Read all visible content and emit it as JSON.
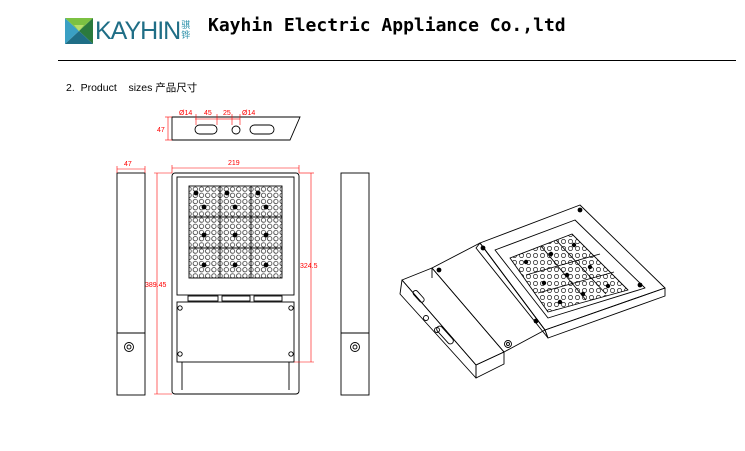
{
  "header": {
    "logo_text": "KAYHIN",
    "logo_cn": "骐铧",
    "company": "Kayhin Electric Appliance Co.,ltd"
  },
  "section": {
    "title": "2.  Product    sizes 产品尺寸"
  },
  "dimensions": {
    "top_d1": "Ø14",
    "top_w45": "45",
    "top_w25": "25",
    "top_d2": "Ø14",
    "top_h47": "47",
    "side_w47": "47",
    "front_w219": "219",
    "front_h324": "324.5",
    "front_h389": "389.45"
  },
  "colors": {
    "dimension_line": "#ff0000",
    "outline": "#000000",
    "logo_primary": "#1f6e86"
  }
}
